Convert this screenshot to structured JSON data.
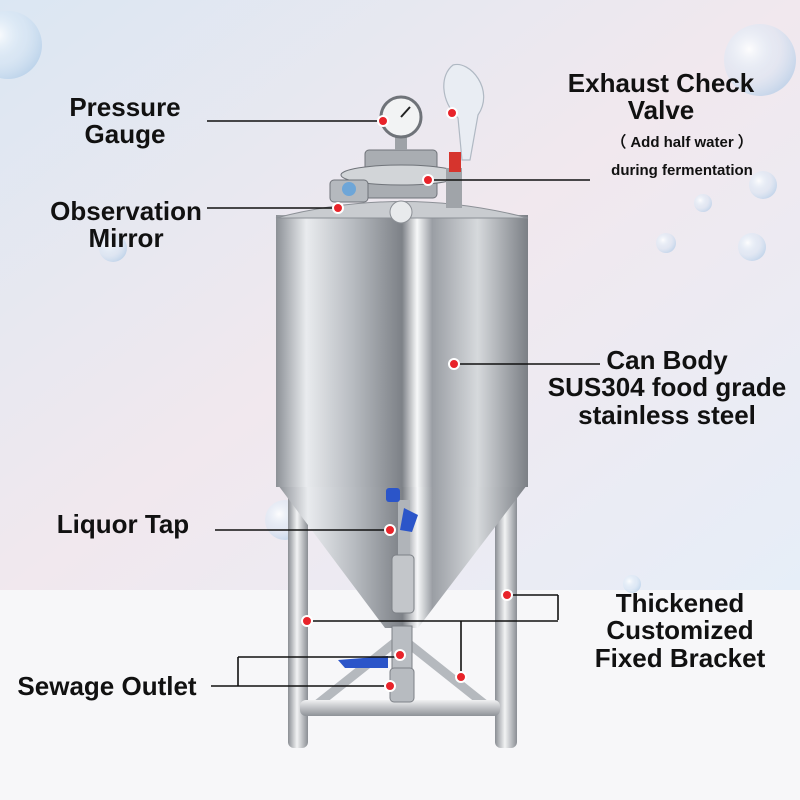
{
  "labels": {
    "pressure_gauge": [
      "Pressure",
      "Gauge"
    ],
    "exhaust_valve": [
      "Exhaust Check",
      "Valve"
    ],
    "exhaust_note": [
      "（ Add half water ）",
      "during fermentation"
    ],
    "observation_mirror": [
      "Observation",
      "Mirror"
    ],
    "can_body": [
      "Can Body",
      "SUS304 food grade",
      "stainless steel"
    ],
    "liquor_tap": "Liquor Tap",
    "bracket": [
      "Thickened",
      "Customized",
      "Fixed Bracket"
    ],
    "sewage_outlet": "Sewage Outlet"
  },
  "colors": {
    "marker": "#e8232a",
    "leader_line": "#111111",
    "valve_handle": "#2b55c9",
    "bg_top": "#dce6f2",
    "bg_floor": "#f6f6f8"
  }
}
